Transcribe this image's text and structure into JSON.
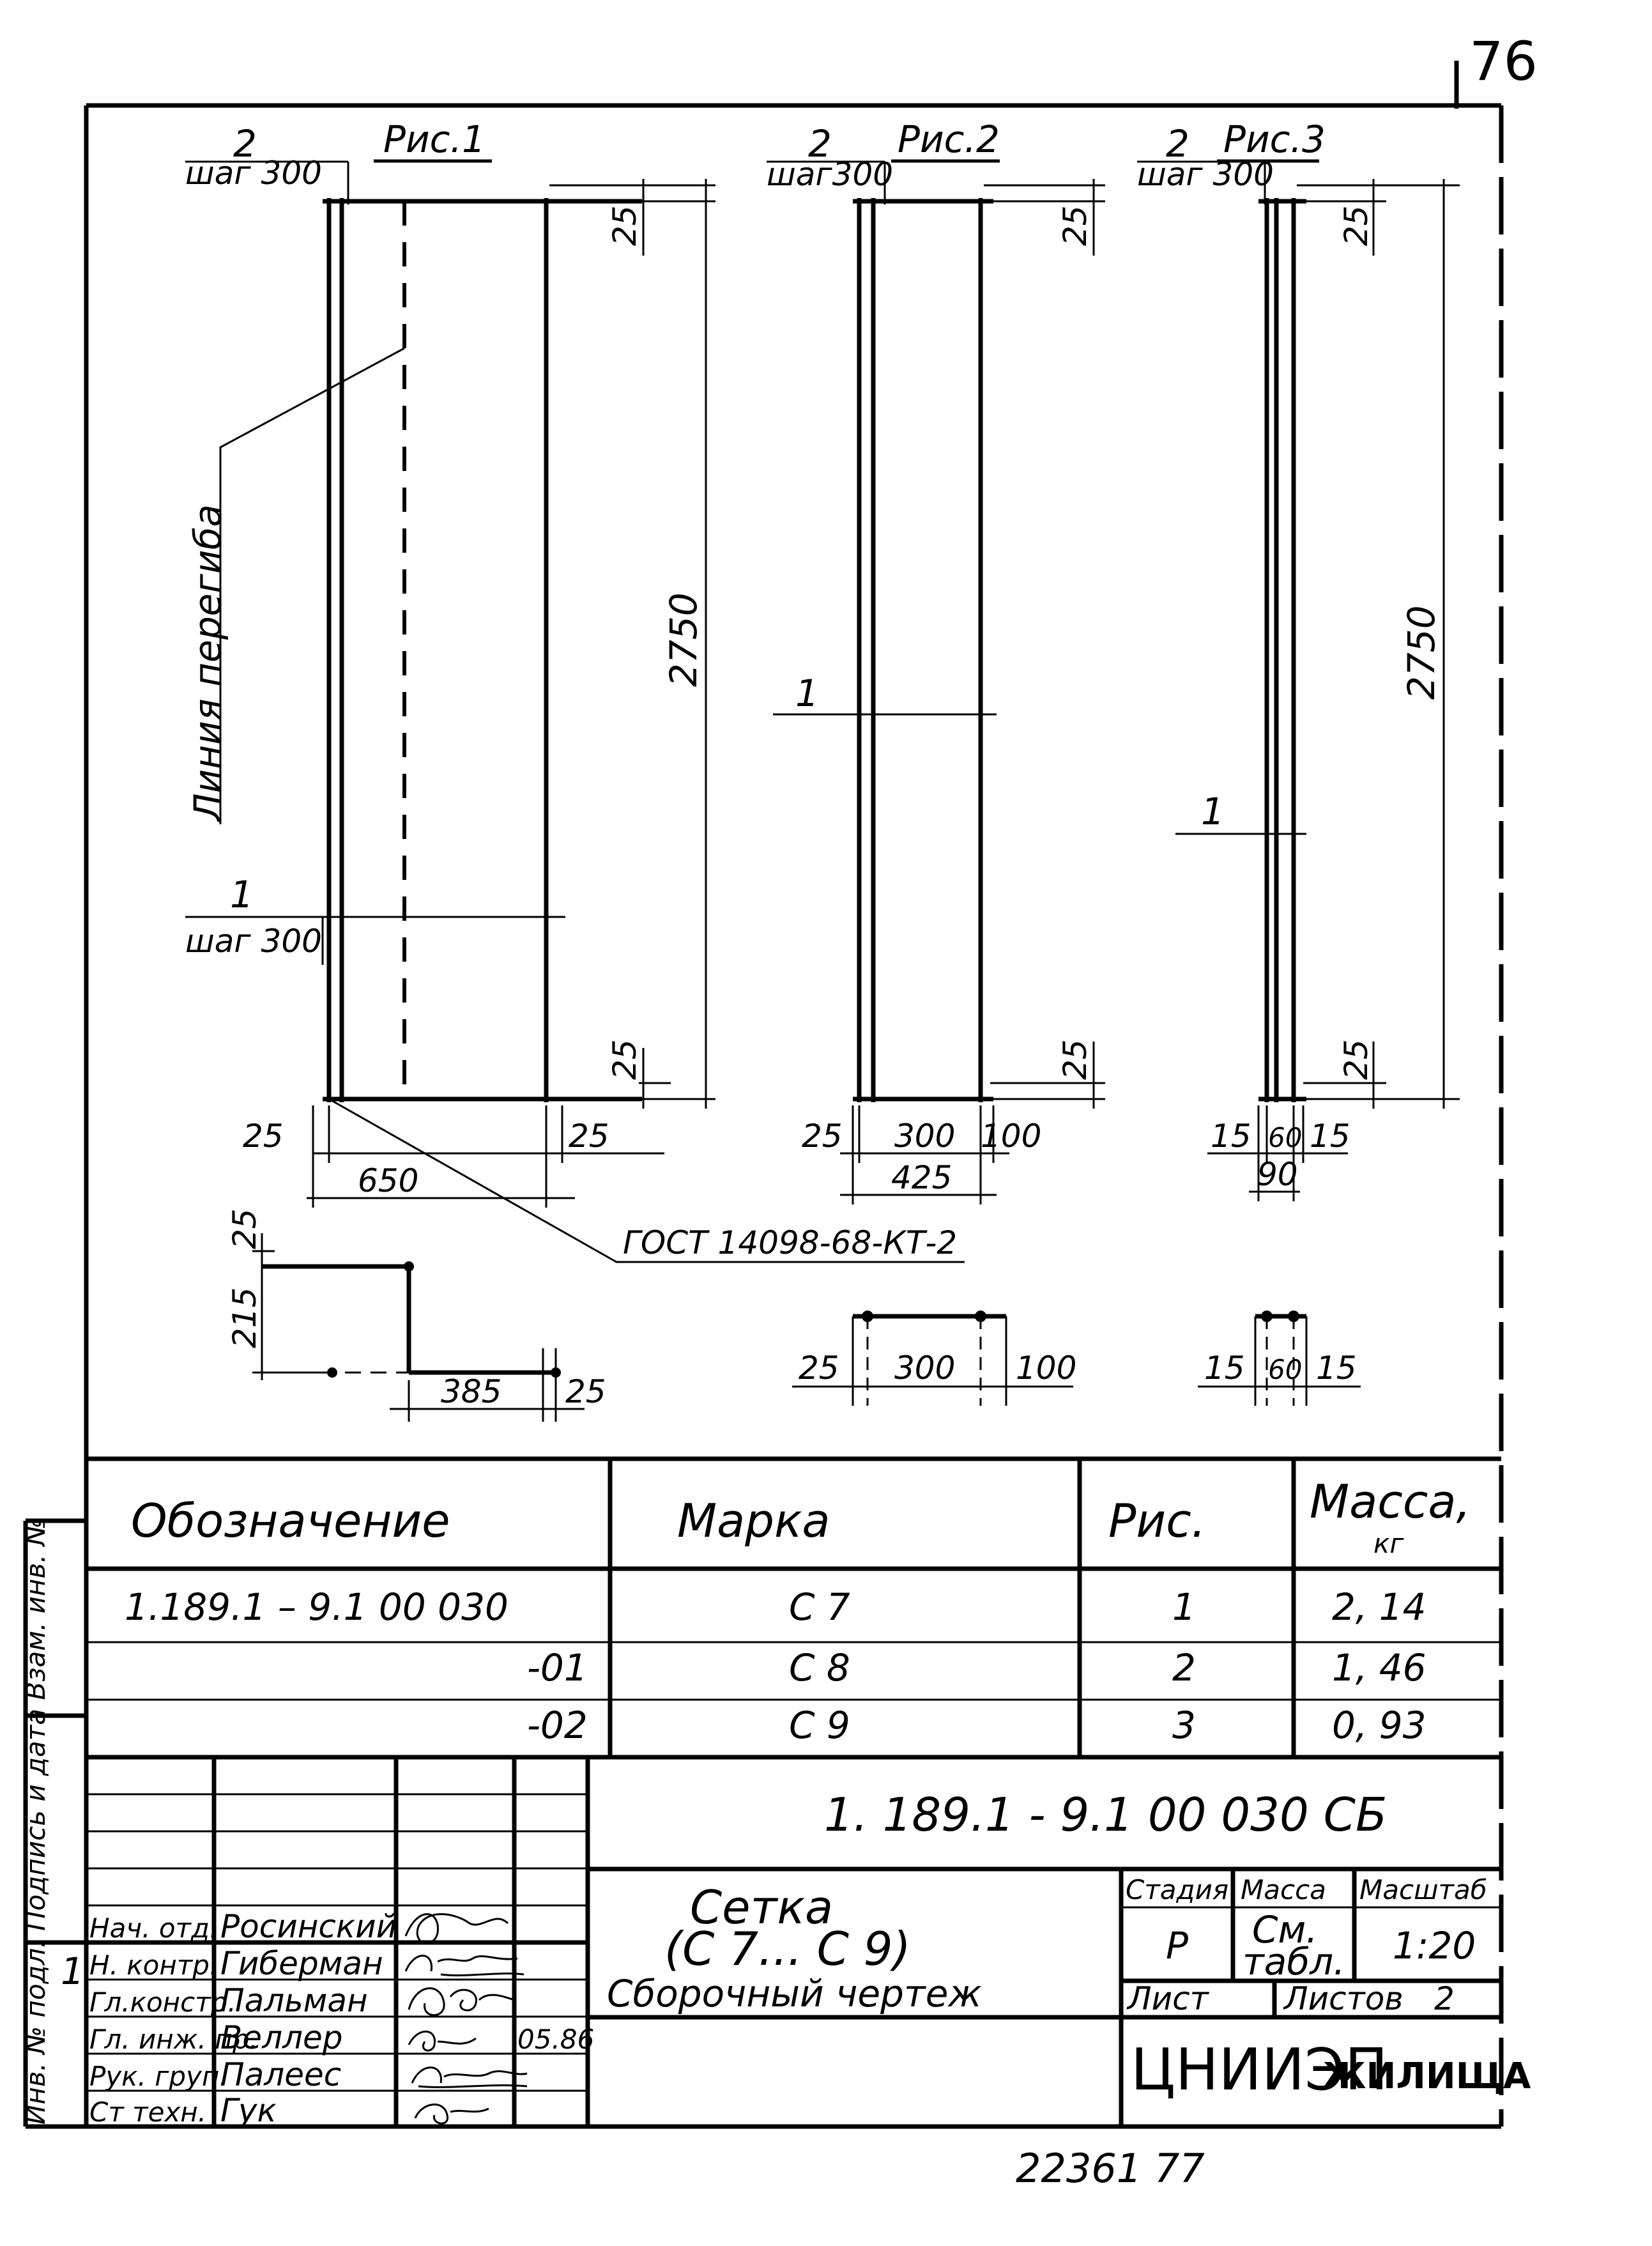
{
  "page_number": "76",
  "figures": {
    "fig1": {
      "title": "Рис.1",
      "bar2_num": "2",
      "bar2_step": "шаг 300",
      "bar1_num": "1",
      "bar1_step": "шаг 300",
      "height": "2750",
      "top_offset": "25",
      "bottom_offset": "25",
      "left_offset": "25",
      "right_offset": "25",
      "width": "650",
      "bend_label": "Линия перегиба",
      "gost": "ГОСТ 14098-68-КТ-2",
      "sec_top": "25",
      "sec_height": "215",
      "sec_width": "385",
      "sec_right": "25"
    },
    "fig2": {
      "title": "Рис.2",
      "bar2_num": "2",
      "bar2_step": "шаг300",
      "bar1_num": "1",
      "top_offset": "25",
      "bottom_offset": "25",
      "left_offset": "25",
      "mid": "300",
      "right_offset": "100",
      "width": "425",
      "sec_left": "25",
      "sec_mid": "300",
      "sec_right": "100"
    },
    "fig3": {
      "title": "Рис.3",
      "bar2_num": "2",
      "bar2_step": "шаг 300",
      "bar1_num": "1",
      "height": "2750",
      "top_offset": "25",
      "bottom_offset": "25",
      "left_offset": "15",
      "mid": "60",
      "right_offset": "15",
      "width": "90",
      "sec_left": "15",
      "sec_mid": "60",
      "sec_right": "15"
    }
  },
  "spec_table": {
    "headers": {
      "designation": "Обозначение",
      "mark": "Марка",
      "fig": "Рис.",
      "mass": "Масса,",
      "mass_unit": "кг"
    },
    "rows": [
      {
        "designation": "1.189.1 – 9.1   00 030",
        "mark": "С 7",
        "fig": "1",
        "mass": "2, 14"
      },
      {
        "designation": "-01",
        "mark": "С 8",
        "fig": "2",
        "mass": "1, 46"
      },
      {
        "designation": "-02",
        "mark": "С 9",
        "fig": "3",
        "mass": "0, 93"
      }
    ]
  },
  "title_block": {
    "doc_code": "1. 189.1 - 9.1   00 030   СБ",
    "name_line1": "Сетка",
    "name_line2": "(С 7... С 9)",
    "doc_type": "Сборочный чертеж",
    "stage_header": "Стадия",
    "mass_header": "Масса",
    "scale_header": "Масштаб",
    "stage": "Р",
    "mass_line1": "См.",
    "mass_line2": "табл.",
    "scale": "1:20",
    "sheet_label": "Лист",
    "sheets_label": "Листов",
    "sheets_count": "2",
    "org_main": "ЦНИИЭП",
    "org_sub": "ЖИЛИЩА",
    "date": "05.86",
    "sign_rows": [
      {
        "role": "Нач. отд.",
        "name": "Росинский"
      },
      {
        "role": "Н. контр.",
        "name": "Гиберман"
      },
      {
        "role": "Гл.констр.",
        "name": "Пальман"
      },
      {
        "role": "Гл. инж. пр.",
        "name": "Веллер"
      },
      {
        "role": "Рук. груп.",
        "name": "Палеес"
      },
      {
        "role": "Ст техн.",
        "name": "Гук"
      }
    ]
  },
  "side_stamp": "Инв. № подл.   Подпись и дата   Взам. инв. №",
  "side_digit": "1",
  "footer_number": "22361   77"
}
